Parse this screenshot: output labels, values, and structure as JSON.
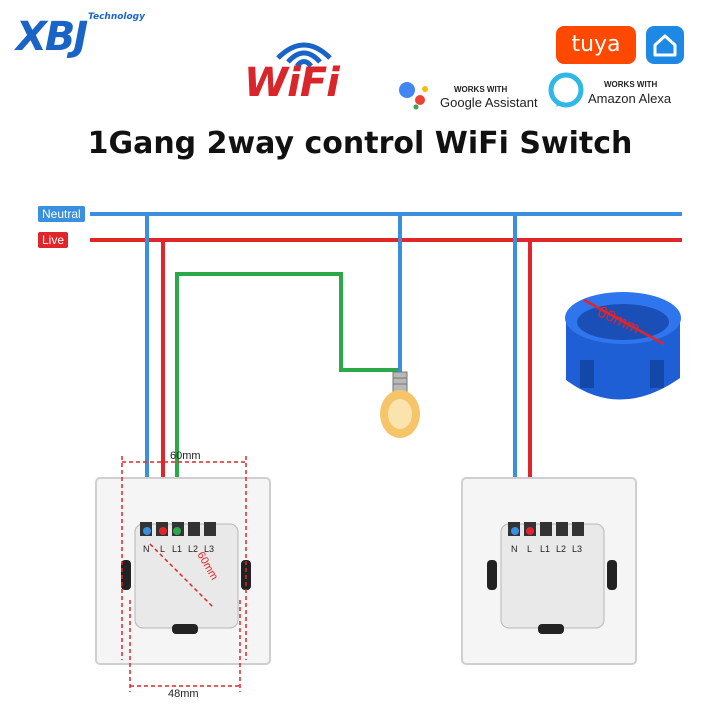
{
  "brand": {
    "name": "XBJ",
    "tagline": "Technology"
  },
  "wifi_logo": "WiFi",
  "tuya_label": "tuya",
  "assistants": [
    {
      "small": "WORKS WITH",
      "big": "Google Assistant"
    },
    {
      "small": "WORKS WITH",
      "big": "Amazon Alexa"
    }
  ],
  "title": "1Gang 2way control WiFi Switch",
  "lines": {
    "neutral": "Neutral",
    "live": "Live"
  },
  "dimensions": {
    "width_top": "60mm",
    "diagonal": "60mm",
    "width_bottom": "48mm",
    "box": "60mm"
  },
  "switch_left": {
    "terminals": [
      "N",
      "L",
      "L1",
      "L2",
      "L3"
    ]
  },
  "switch_right": {
    "terminals": [
      "N",
      "L",
      "L1",
      "L2",
      "L3"
    ]
  },
  "colors": {
    "neutral": "#3a8fde",
    "live": "#e0262b",
    "load": "#2aa84a",
    "brand": "#1a64c8"
  },
  "icons": [
    "wifi-icon",
    "tuya-icon",
    "smart-home-icon",
    "google-assistant-icon",
    "alexa-icon",
    "light-bulb-icon",
    "junction-box-icon"
  ]
}
